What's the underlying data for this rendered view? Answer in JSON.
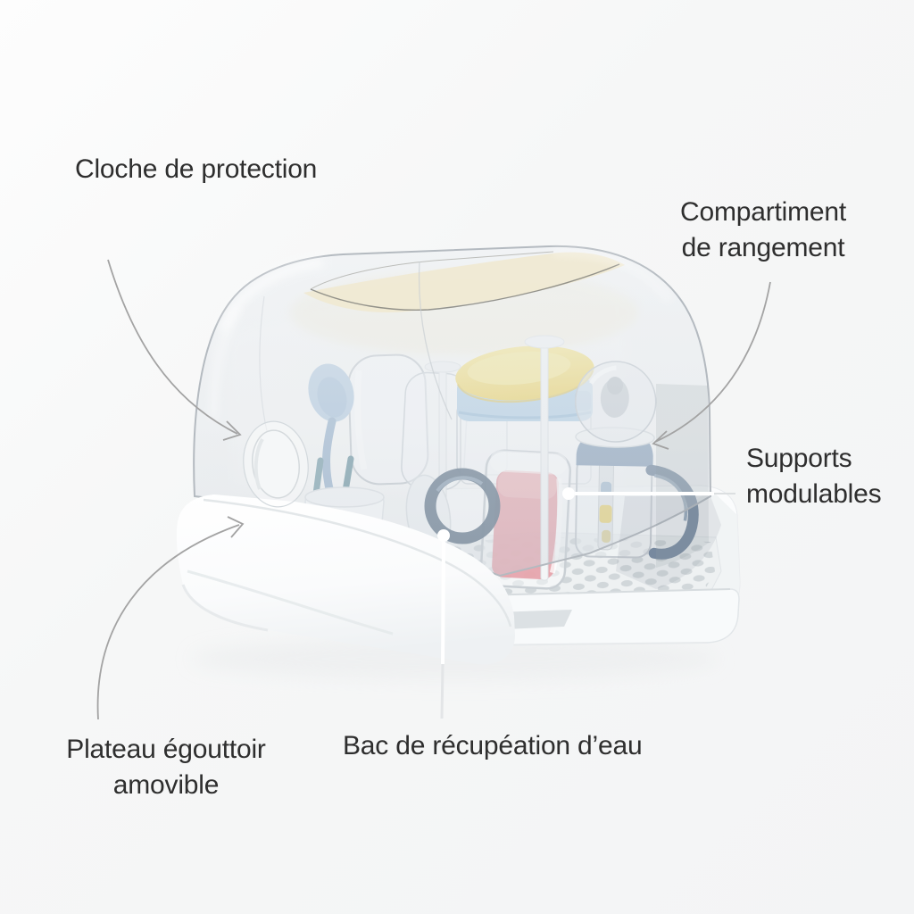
{
  "image_type": "product-annotation-diagram",
  "background_color": "#f5f6f7",
  "text_color": "#2e2e2e",
  "labels": {
    "cloche": {
      "text": "Cloche de protection"
    },
    "compartiment": {
      "line1": "Compartiment",
      "line2": "de rangement"
    },
    "supports": {
      "line1": "Supports",
      "line2": "modulables"
    },
    "plateau": {
      "line1": "Plateau égouttoir",
      "line2": "amovible"
    },
    "bac": {
      "text": "Bac de récupéation d’eau"
    }
  },
  "colors": {
    "callout_gray": "#a3a3a3",
    "callout_white": "#ffffff",
    "dome_stroke": "#b4bac0",
    "base_white": "#ffffff",
    "lid_yellow": "#f2dc79",
    "container_blue": "#b7d2e7",
    "jar_pink": "#e5a1a9",
    "handle_blue": "#5f7387",
    "bottle_band_blue": "#8ea4bc",
    "spoon_blue": "#b8cee2",
    "utensil_teal": "#7ba0ab"
  }
}
